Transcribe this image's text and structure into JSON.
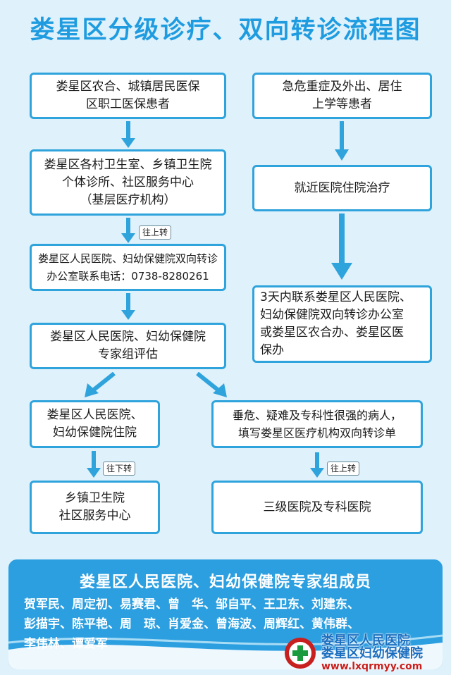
{
  "title": "娄星区分级诊疗、双向转诊流程图",
  "left_flow": {
    "patients": "娄星区农合、城镇居民医保\n区职工医保患者",
    "primary": "娄星区各村卫生室、乡镇卫生院\n个体诊所、社区服务中心\n（基层医疗机构）",
    "tag_up_1": "往上转",
    "office": "娄星区人民医院、妇幼保健院双向转诊\n办公室联系电话：0738-8280261",
    "expert_eval": "娄星区人民医院、妇幼保健院\n专家组评估"
  },
  "right_flow": {
    "emergency": "急危重症及外出、居住\n上学等患者",
    "nearby": "就近医院住院治疗",
    "contact": "3天内联系娄星区人民医院、\n妇幼保健院双向转诊办公室\n或娄星区农合办、娄星区医\n保办"
  },
  "branch_left": {
    "hospital": "娄星区人民医院、\n妇幼保健院住院",
    "tag_down": "往下转",
    "township": "乡镇卫生院\n社区服务中心"
  },
  "branch_right": {
    "critical": "垂危、疑难及专科性很强的病人，\n填写娄星区医疗机构双向转诊单",
    "tag_up_2": "往上转",
    "tertiary": "三级医院及专科医院"
  },
  "experts": {
    "title": "娄星区人民医院、妇幼保健院专家组成员",
    "members": "贺军民、周定初、易赛君、曾　华、邹自平、王卫东、刘建东、\n彭描宇、陈平艳、周　琼、肖爱金、曾海波、周辉红、黄伟群、\n李伟林、谭爱军"
  },
  "watermark": {
    "line1": "娄星区人民医院",
    "line2": "娄星区妇幼保健院",
    "url": "www.lxqrmyy.com"
  },
  "colors": {
    "accent": "#1f9ce0",
    "border": "#2fa3dc",
    "panel": "#2c9fe0",
    "background": "#dff1fb"
  }
}
